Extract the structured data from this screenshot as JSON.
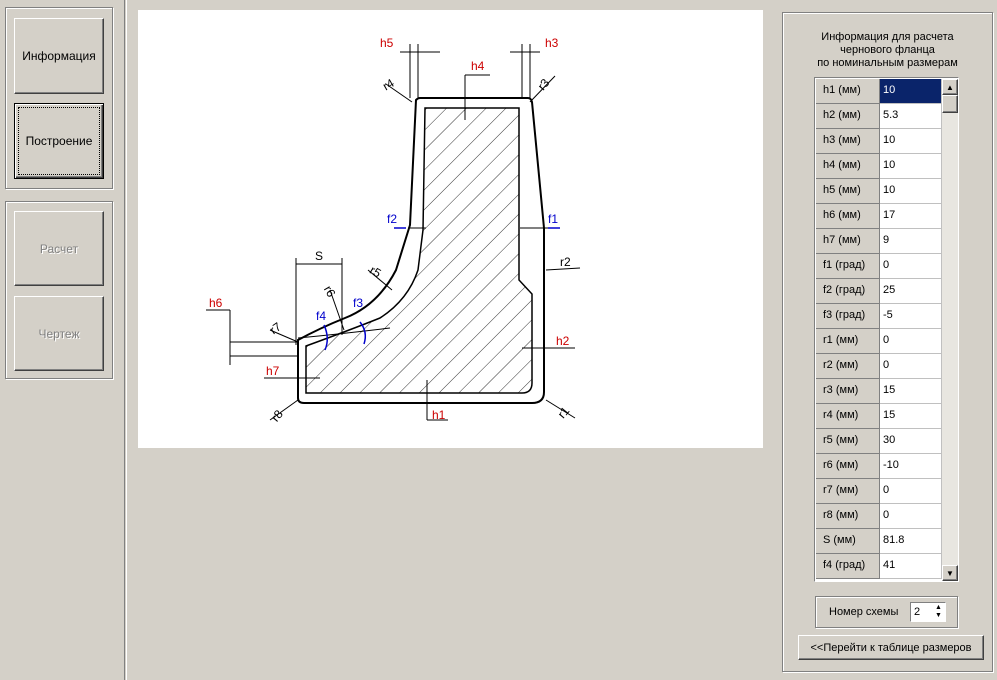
{
  "left_panel": {
    "buttons": [
      {
        "label": "Информация",
        "enabled": true,
        "focused": false
      },
      {
        "label": "Построение",
        "enabled": true,
        "focused": true
      },
      {
        "label": "Расчет",
        "enabled": false,
        "focused": false
      },
      {
        "label": "Чертеж",
        "enabled": false,
        "focused": false
      }
    ]
  },
  "drawing": {
    "labels": {
      "h1": "h1",
      "h2": "h2",
      "h3": "h3",
      "h4": "h4",
      "h5": "h5",
      "h6": "h6",
      "h7": "h7",
      "r1": "r1",
      "r2": "r2",
      "r3": "r3",
      "r4": "r4",
      "r5": "r5",
      "r6": "r6",
      "r7": "r7",
      "r8": "r8",
      "f1": "f1",
      "f2": "f2",
      "f3": "f3",
      "f4": "f4",
      "S": "S"
    },
    "colors": {
      "dim_red": "#cc0000",
      "dim_blue": "#0000cc",
      "line": "#000000"
    }
  },
  "right_panel": {
    "title": "Информация для расчета чернового фланца по номинальным размерам",
    "title_lines": [
      "Информация для расчета",
      "чернового фланца",
      "по номинальным размерам"
    ],
    "table": [
      {
        "name": "h1 (мм)",
        "value": "10"
      },
      {
        "name": "h2 (мм)",
        "value": "5.3"
      },
      {
        "name": "h3 (мм)",
        "value": "10"
      },
      {
        "name": "h4 (мм)",
        "value": "10"
      },
      {
        "name": "h5 (мм)",
        "value": "10"
      },
      {
        "name": "h6 (мм)",
        "value": "17"
      },
      {
        "name": "h7 (мм)",
        "value": "9"
      },
      {
        "name": "f1 (град)",
        "value": "0"
      },
      {
        "name": "f2 (град)",
        "value": "25"
      },
      {
        "name": "f3 (град)",
        "value": "-5"
      },
      {
        "name": "r1 (мм)",
        "value": "0"
      },
      {
        "name": "r2 (мм)",
        "value": "0"
      },
      {
        "name": "r3 (мм)",
        "value": "15"
      },
      {
        "name": "r4 (мм)",
        "value": "15"
      },
      {
        "name": "r5 (мм)",
        "value": "30"
      },
      {
        "name": "r6 (мм)",
        "value": "-10"
      },
      {
        "name": "r7 (мм)",
        "value": "0"
      },
      {
        "name": "r8 (мм)",
        "value": "0"
      },
      {
        "name": "S (мм)",
        "value": "81.8"
      },
      {
        "name": "f4 (град)",
        "value": "41"
      }
    ],
    "scheme_label": "Номер схемы",
    "scheme_value": "2",
    "goto_button": "<<Перейти к таблице размеров"
  }
}
